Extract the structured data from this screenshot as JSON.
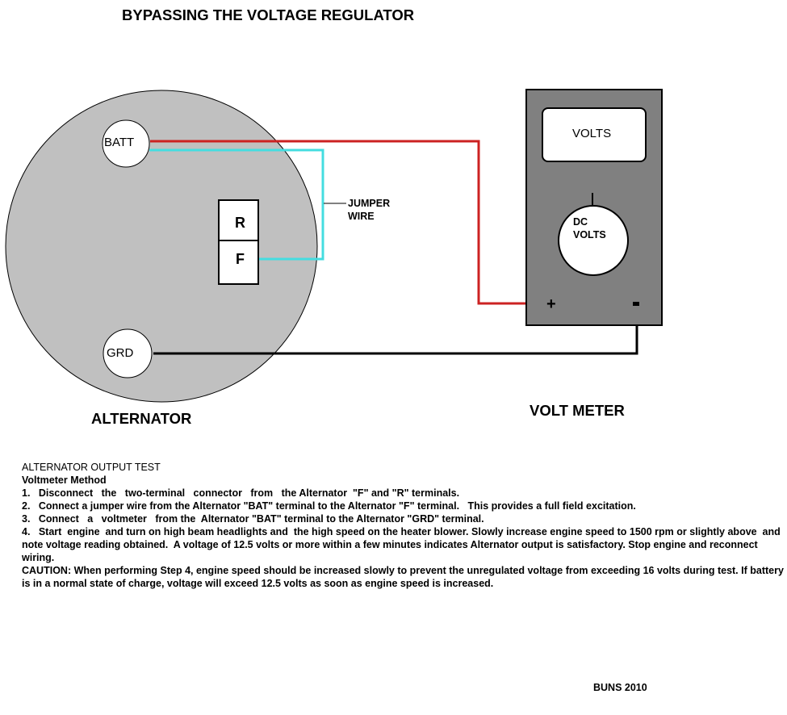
{
  "title": "BYPASSING THE VOLTAGE REGULATOR",
  "alternator": {
    "label": "ALTERNATOR",
    "body_color": "#c0c0c0",
    "terminals": {
      "batt": "BATT",
      "grd": "GRD",
      "r": "R",
      "f": "F"
    }
  },
  "jumper_label": [
    "JUMPER",
    "WIRE"
  ],
  "volt_meter": {
    "label": "VOLT METER",
    "body_color": "#808080",
    "display": "VOLTS",
    "dial": [
      "DC",
      "VOLTS"
    ],
    "positive": "+",
    "negative": "-"
  },
  "wires": {
    "positive_color": "#cc2222",
    "jumper_color": "#44dde0",
    "ground_color": "#000000"
  },
  "instructions": {
    "heading": "ALTERNATOR OUTPUT TEST",
    "subheading": "Voltmeter Method",
    "steps": [
      "1.   Disconnect   the   two-terminal   connector   from   the Alternator  \"F\" and \"R\" terminals.",
      "2.   Connect a jumper wire from the Alternator \"BAT\" terminal to the Alternator \"F\" terminal.   This provides a full field excitation.",
      "3.   Connect   a   voltmeter   from the  Alternator \"BAT\" terminal to the Alternator \"GRD\" terminal.",
      "4.   Start  engine  and turn on high beam headlights and  the high speed on the heater blower. Slowly increase engine speed to 1500 rpm or slightly above  and note voltage reading obtained.  A voltage of 12.5 volts or more within a few minutes indicates Alternator output is satisfactory. Stop engine and reconnect wiring."
    ],
    "caution": "CAUTION: When performing Step 4, engine speed should be increased slowly to prevent the unregulated voltage from exceeding 16 volts during test. If battery is in a normal state of charge, voltage will exceed 12.5 volts as soon as engine speed is increased."
  },
  "signature": "BUNS 2010"
}
